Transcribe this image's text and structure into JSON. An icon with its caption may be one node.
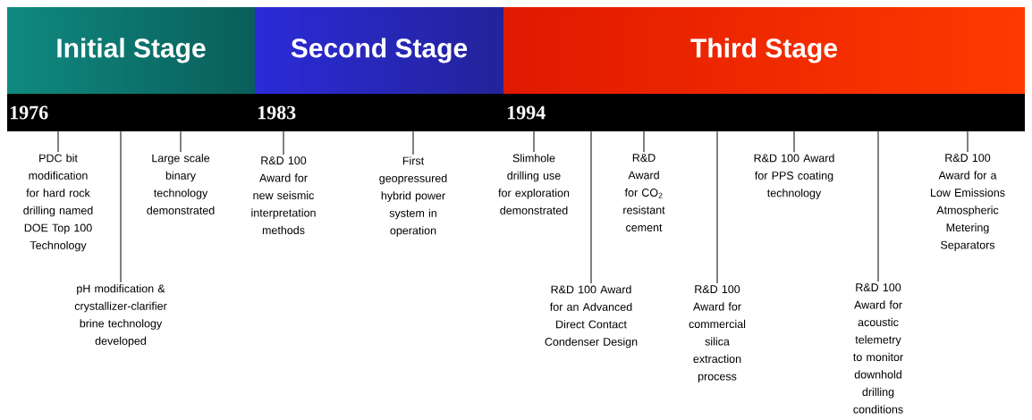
{
  "diagram": {
    "nodes": [
      {
        "text": [
          "Initial Stage"
        ]
      },
      {
        "text": [
          "Second Stage"
        ]
      },
      {
        "text": [
          "Third Stage"
        ]
      },
      {
        "text": [],
        "shape": "bar"
      },
      {
        "text": [
          "PDC bit modification for hard rock drilling named DOE Top 100 Technology"
        ]
      },
      {
        "text": [
          "pH modification & crystallizer-clarifier brine technology developed"
        ]
      },
      {
        "text": [
          "Large scale binary technology demonstrated"
        ]
      },
      {
        "text": [
          "R&D 100 Award for new seismic interpretation methods"
        ]
      },
      {
        "text": [
          "First geopressured hybrid power system in operation"
        ]
      },
      {
        "text": [
          "Slimhole drilling use for exploration demonstrated"
        ]
      },
      {
        "text": [
          "R&D 100 Award for an Advanced Direct Contact Condenser Design"
        ]
      },
      {
        "text": [
          "R&D Award for CO$_{2}$ resistant cement"
        ]
      },
      {
        "text": [
          "R&D 100 Award for commercial silica extraction process"
        ]
      },
      {
        "text": [
          "R&D 100 Award for PPS coating technology"
        ]
      },
      {
        "text": [
          "R&D 100 Award for acoustic telemetry to monitor downhold drilling conditions"
        ]
      },
      {
        "text": [
          "R&D 100 Award for a Low Emissions Atmospheric Metering Separators"
        ]
      }
    ],
    "edges": [
      {
        "from": 3,
        "to": 4,
        "arrow": "none"
      },
      {
        "from": 3,
        "to": 5,
        "arrow": "none"
      },
      {
        "from": 3,
        "to": 6,
        "arrow": "none"
      },
      {
        "from": 3,
        "to": 7,
        "arrow": "none"
      },
      {
        "from": 3,
        "to": 8,
        "arrow": "none"
      },
      {
        "from": 3,
        "to": 9,
        "arrow": "none"
      },
      {
        "from": 3,
        "to": 10,
        "arrow": "none"
      },
      {
        "from": 3,
        "to": 11,
        "arrow": "none"
      },
      {
        "from": 3,
        "to": 12,
        "arrow": "none"
      },
      {
        "from": 3,
        "to": 13,
        "arrow": "none"
      },
      {
        "from": 3,
        "to": 14,
        "arrow": "none"
      },
      {
        "from": 3,
        "to": 15,
        "arrow": "none"
      }
    ],
    "labels": [
      "1976",
      "1983",
      "1994"
    ]
  }
}
